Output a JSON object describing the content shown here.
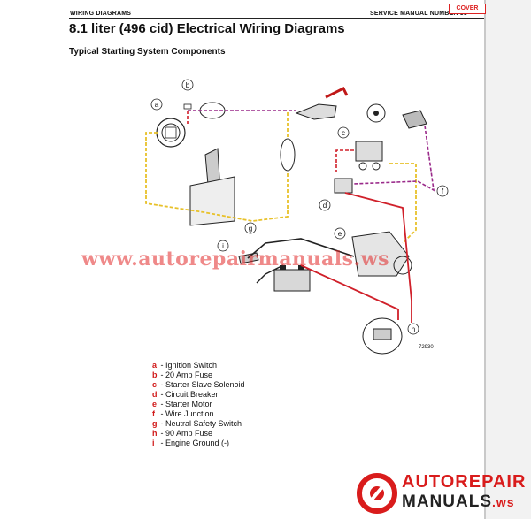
{
  "header": {
    "left": "WIRING DIAGRAMS",
    "right": "SERVICE MANUAL NUMBER 33",
    "cover_tab": "COVER"
  },
  "title": "8.1 liter (496 cid) Electrical Wiring Diagrams",
  "subtitle": "Typical Starting System Components",
  "figure": {
    "number": "72930",
    "callouts": [
      "a",
      "b",
      "c",
      "d",
      "e",
      "f",
      "g",
      "h",
      "i"
    ]
  },
  "legend": [
    {
      "key": "a",
      "text": "Ignition Switch"
    },
    {
      "key": "b",
      "text": "20 Amp Fuse"
    },
    {
      "key": "c",
      "text": "Starter Slave Solenoid"
    },
    {
      "key": "d",
      "text": "Circuit Breaker"
    },
    {
      "key": "e",
      "text": "Starter Motor"
    },
    {
      "key": "f",
      "text": "Wire Junction"
    },
    {
      "key": "g",
      "text": "Neutral Safety Switch"
    },
    {
      "key": "h",
      "text": "90 Amp Fuse"
    },
    {
      "key": "i",
      "text": "Engine Ground (-)"
    }
  ],
  "watermark": "www.autorepairmanuals.ws",
  "brand": {
    "line1": "AUTOREPAIR",
    "line2": "MANUALS",
    "suffix": ".ws"
  },
  "colors": {
    "wire_red": "#d0202a",
    "wire_yellow": "#e8c12a",
    "wire_purple": "#9a2a8a",
    "wire_black": "#222222",
    "accent": "#d01818"
  }
}
